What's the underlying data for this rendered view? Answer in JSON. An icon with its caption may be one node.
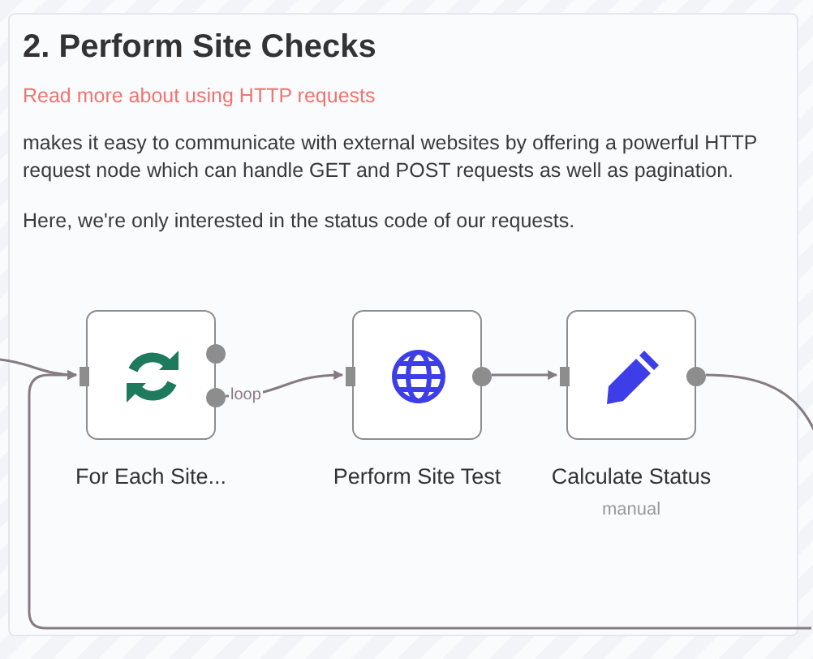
{
  "diagram": {
    "title": "2. Perform Site Checks",
    "nodes": [
      {
        "text": [
          "For Each Site..."
        ]
      },
      {
        "text": [
          "Perform Site Test"
        ]
      },
      {
        "text": [
          "Calculate Status"
        ],
        "beside": [
          "manual"
        ]
      }
    ],
    "edges": [
      {
        "from": null,
        "to": 0,
        "arrow": "to"
      },
      {
        "from": 0,
        "to": 1,
        "arrow": "to",
        "label": "loop"
      },
      {
        "from": 1,
        "to": 2,
        "arrow": "to"
      },
      {
        "from": 2,
        "to": null,
        "arrow": "none"
      },
      {
        "from": null,
        "to": 0,
        "arrow": "to"
      }
    ],
    "labels": [
      "Read more about using HTTP requests",
      "makes it easy to communicate with external websites by offering a powerful HTTP request node which can handle GET and POST requests as well as pagination.",
      "Here, we're only interested in the status code of our requests."
    ]
  }
}
